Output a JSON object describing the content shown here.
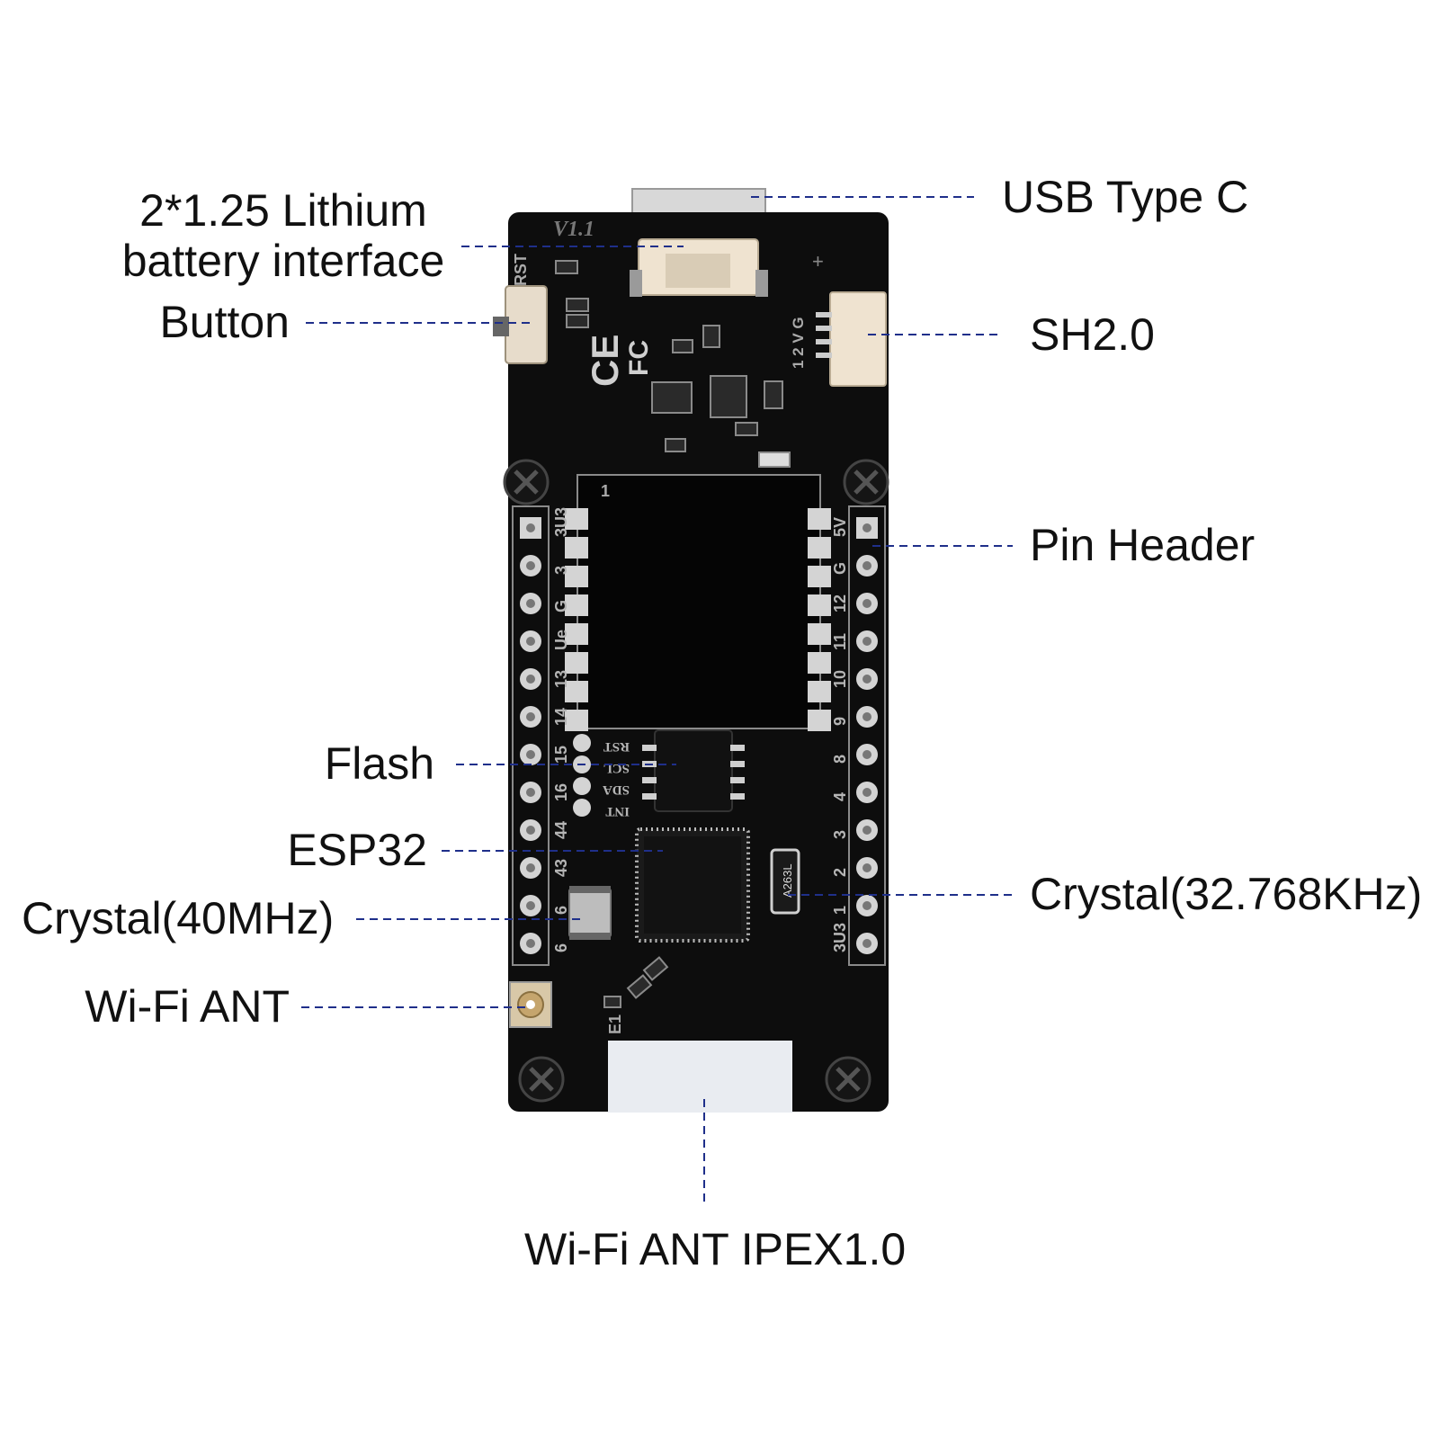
{
  "board": {
    "version_mark": "V1.1",
    "silkscreen": {
      "rst": "RST",
      "power_pins": "1 2 V G",
      "plus": "+",
      "module_pin_one": "1",
      "left_pins": [
        "3U3",
        "3",
        "G",
        "Ue",
        "13",
        "14",
        "15",
        "16",
        "44",
        "43",
        "6",
        "6"
      ],
      "right_pins": [
        "5V",
        "G",
        "12",
        "11",
        "10",
        "9",
        "8",
        "4",
        "3",
        "2",
        "1",
        "3U3"
      ],
      "i2c_pads": [
        "RST",
        "SCL",
        "SDA",
        "INT"
      ],
      "crystal_code": "A263L",
      "antenna_mark": "E1"
    },
    "colors": {
      "pcb": "#0d0d0d",
      "connector": "#efe3d0",
      "pad": "#d4d4d4",
      "chip": "#111111",
      "leader": "#1f2f8a"
    }
  },
  "callouts": {
    "usb": "USB Type C",
    "battery_line1": "2*1.25 Lithium",
    "battery_line2": "battery interface",
    "button": "Button",
    "sh": "SH2.0",
    "pin_header": "Pin Header",
    "flash": "Flash",
    "esp32": "ESP32",
    "crystal_40": "Crystal(40MHz)",
    "crystal_32": "Crystal(32.768KHz)",
    "wifi_ant": "Wi-Fi ANT",
    "wifi_ipex": "Wi-Fi ANT IPEX1.0"
  }
}
